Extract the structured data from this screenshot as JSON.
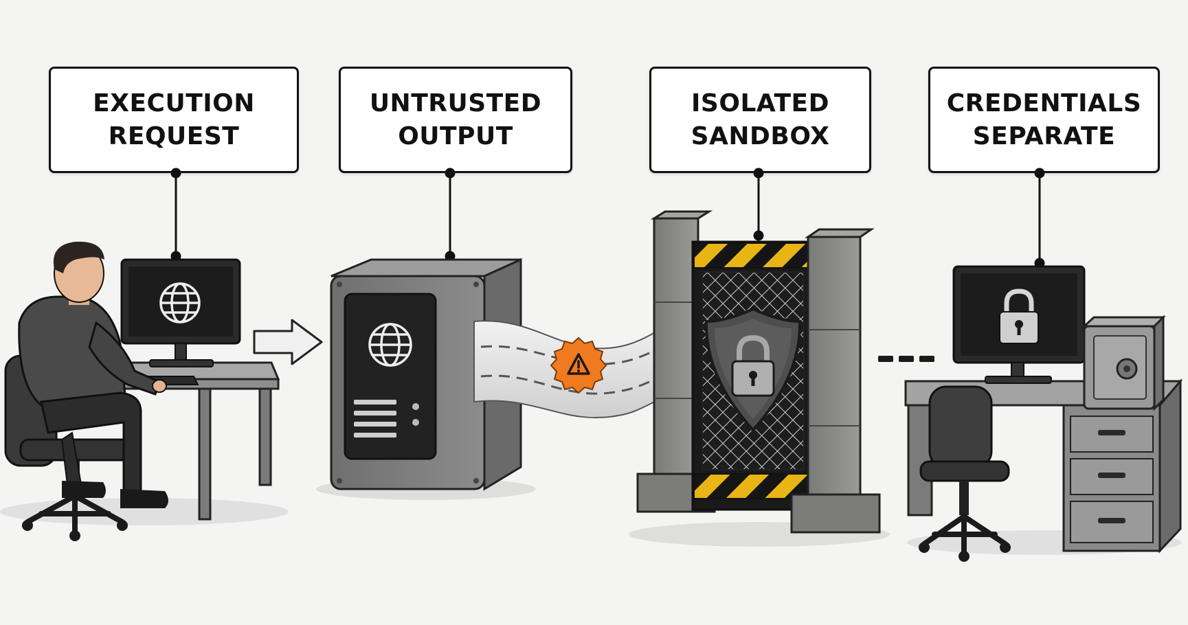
{
  "stages": [
    {
      "id": "execution-request",
      "line1": "EXECUTION",
      "line2": "REQUEST"
    },
    {
      "id": "untrusted-output",
      "line1": "UNTRUSTED",
      "line2": "OUTPUT"
    },
    {
      "id": "isolated-sandbox",
      "line1": "ISOLATED",
      "line2": "SANDBOX"
    },
    {
      "id": "credentials-separate",
      "line1": "CREDENTIALS",
      "line2": "SEPARATE"
    }
  ],
  "icons": {
    "user_screen": "globe-icon",
    "server_face": "globe-icon",
    "warning": "warning-icon",
    "sandbox": "shield-lock-icon",
    "vault_screen": "lock-icon",
    "safe": "safe-icon"
  },
  "colors": {
    "background": "#f4f4f3",
    "frame": "#111111",
    "warning": "#f07a1e",
    "hazard_yellow": "#e8b514",
    "metal": "#7d7d7d",
    "stone": "#8a8a88"
  }
}
